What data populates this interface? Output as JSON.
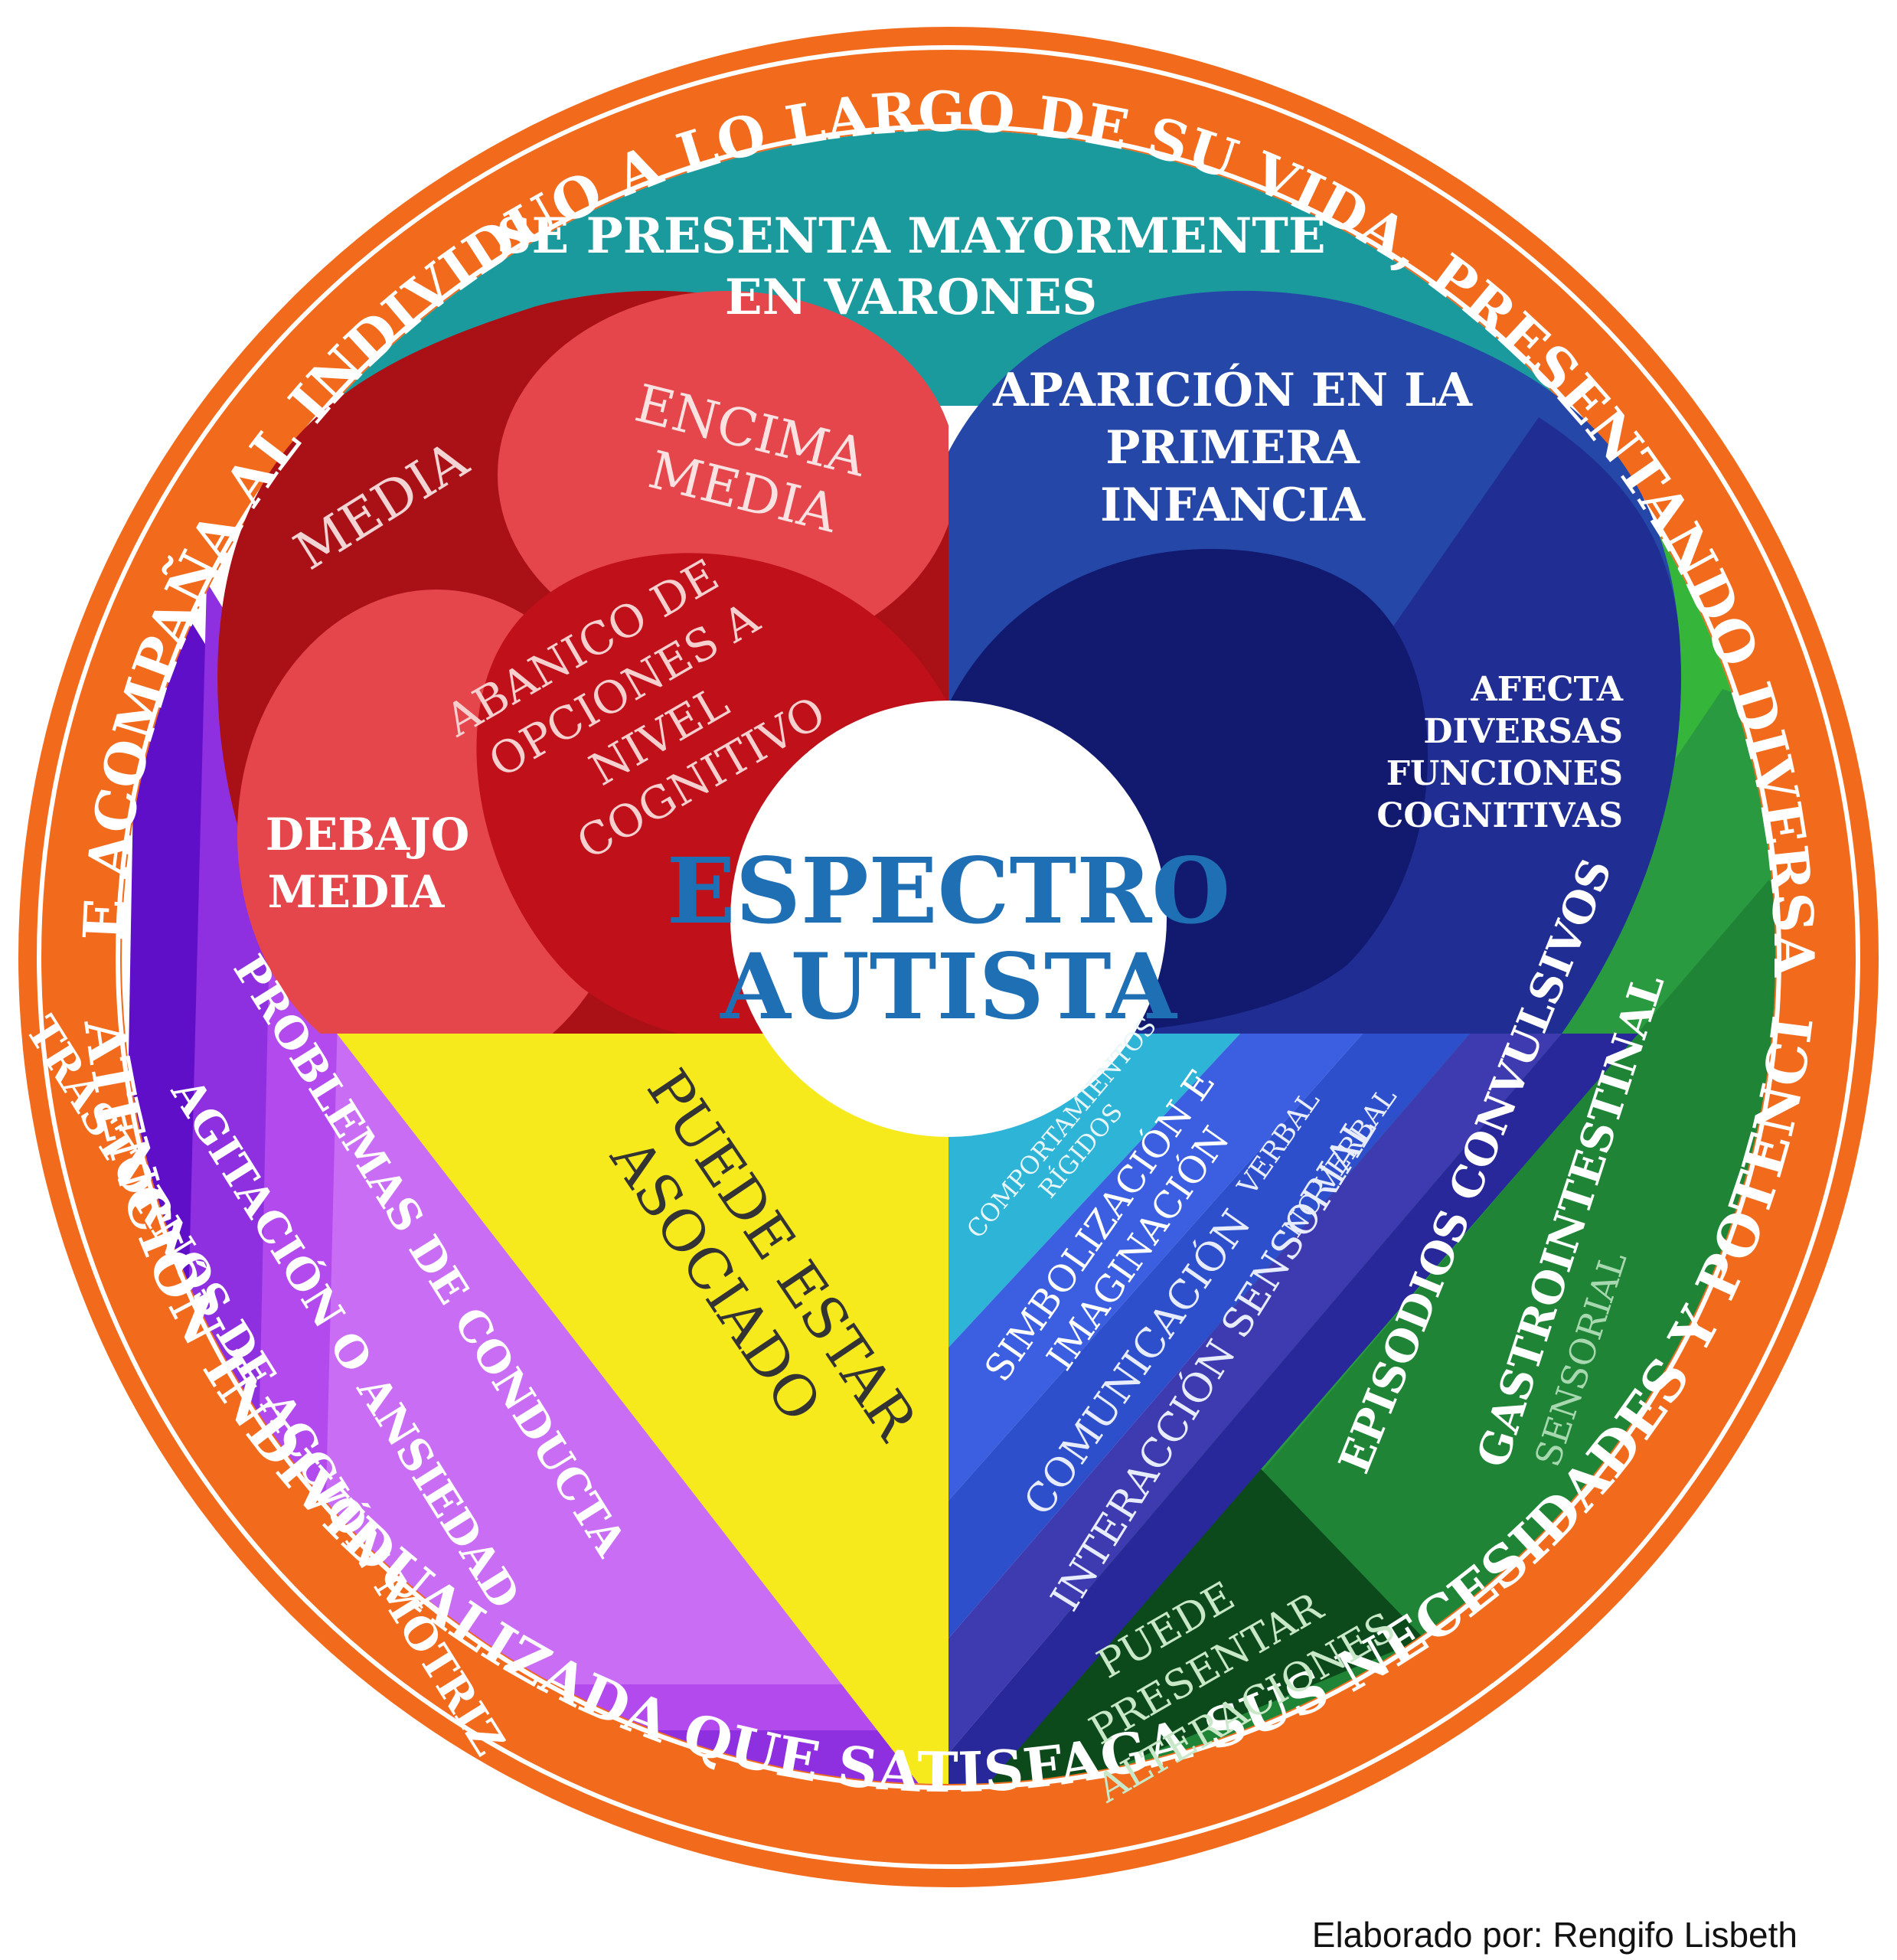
{
  "ring": {
    "top_text": "ES UNA CONDICIÓN QUE ACOMPAÑA AL INDIVIDUO  A LO LARGO DE SU VIDA, PRESENTANDO DIVERSAS CARACTERÍSTICAS Y",
    "bottom_text": "REQUIERE DE UNA ATENCIÓN INDIVIDUALIZADA QUE SATISFAGA SUS NECESIDADES Y POTENCIE SUS FORTALEZAS",
    "color": "#f26b1d"
  },
  "teal_band": {
    "line1": "SE PRESENTA MAYORMENTE",
    "line2": "EN VARONES",
    "color": "#1a9a9c"
  },
  "center": {
    "line1": "ESPECTRO",
    "line2": "AUTISTA",
    "text_color": "#1f6fb5"
  },
  "red_section": {
    "media": "MEDIA",
    "encima_1": "ENCIMA",
    "encima_2": "MEDIA",
    "debajo_1": "DEBAJO",
    "debajo_2": "MEDIA",
    "abanico": [
      "ABANICO DE",
      "OPCIONES A",
      "NIVEL",
      "COGNITIVO"
    ]
  },
  "blue_section": {
    "aparicion": [
      "APARICIÓN EN LA",
      "PRIMERA",
      "INFANCIA"
    ],
    "afecta": [
      "AFECTA",
      "DIVERSAS",
      "FUNCIONES",
      "COGNITIVAS"
    ]
  },
  "yellow_section": {
    "line1": "PUEDE ESTAR",
    "line2": "ASOCIADO",
    "color": "#f7ea1c"
  },
  "purple_section": {
    "problemas": "PROBLEMAS DE CONDUCTA",
    "agitacion": "AGITACIÓN O ANSIEDAD",
    "trastornos": "TRASTORNOS DE ACCIÓN MOTRIZ"
  },
  "blue_stripes": {
    "comportamientos_1": "COMPORTAMIENTOS",
    "comportamientos_2": "RÍGIDOS",
    "simbolizacion_1": "SIMBOLIZACIÓN E",
    "simbolizacion_2": "IMAGINACIÓN",
    "verbal": "VERBAL",
    "no_verbal": "NO VERBAL",
    "comunicacion": "COMUNICACIÓN",
    "interaccion": "INTERACCIÓN SENSORIAL"
  },
  "green_section": {
    "episodios": "EPISODIOS CONVULSIVOS",
    "gastro": "GASTROINTESTINAL",
    "sensorial": "SENSORIAL",
    "alteraciones": [
      "PUEDE",
      "PRESENTAR",
      "ALTERACIONES"
    ]
  },
  "credit": "Elaborado por: Rengifo Lisbeth"
}
